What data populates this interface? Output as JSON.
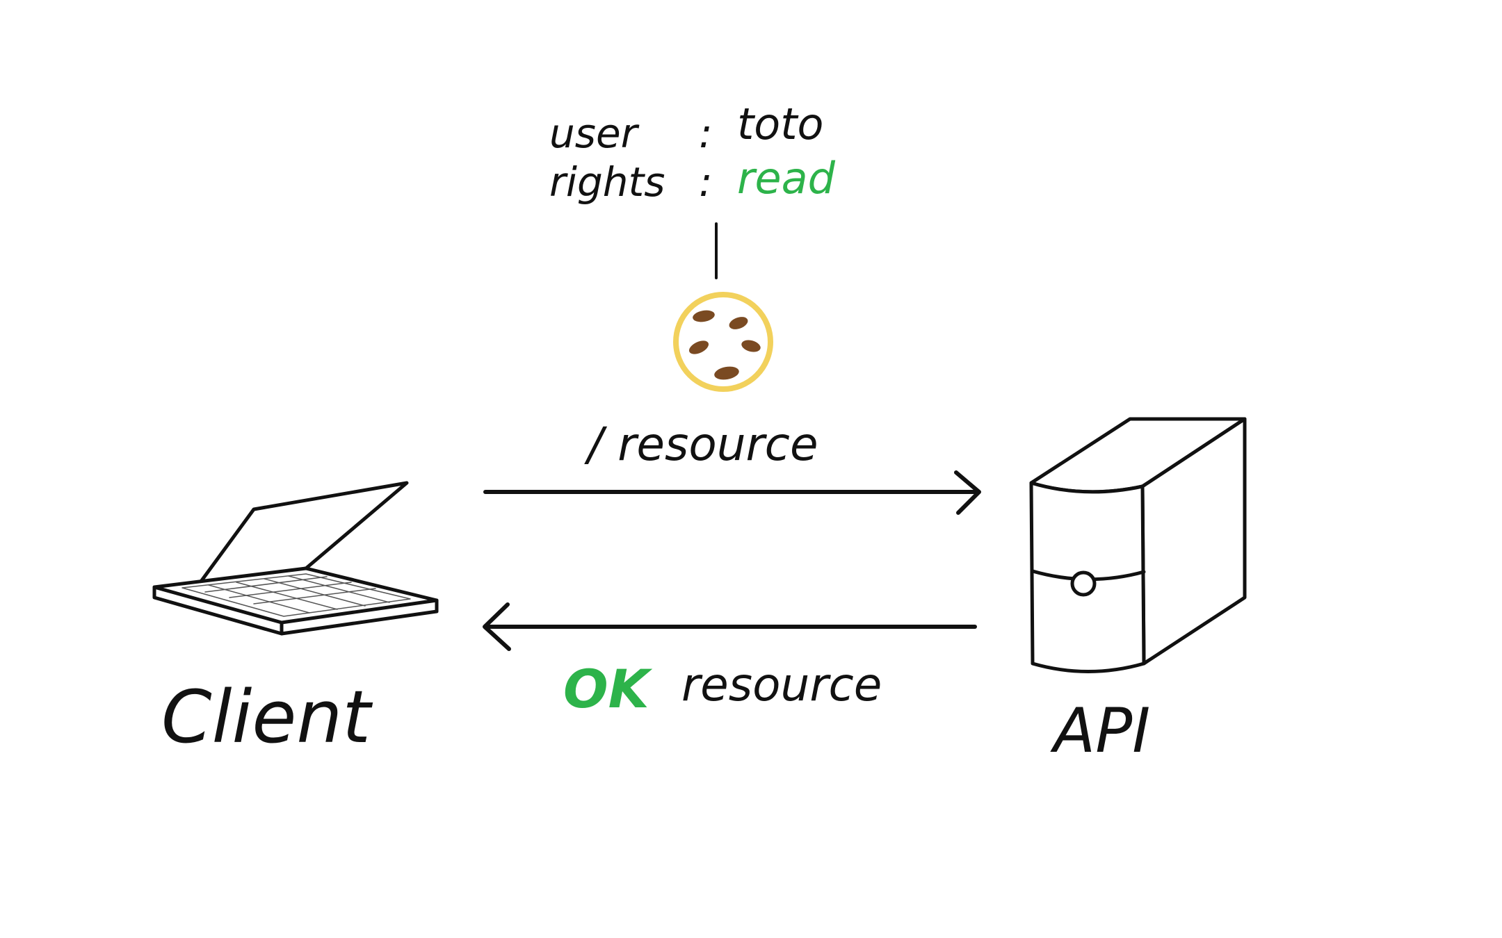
{
  "cookie": {
    "user_key": "user",
    "user_value": "toto",
    "rights_key": "rights",
    "rights_value": "read",
    "separator": ":"
  },
  "request": {
    "path_label": "/ resource"
  },
  "response": {
    "status_label": "OK",
    "body_label": "resource"
  },
  "nodes": {
    "client_label": "Client",
    "api_label": "API"
  },
  "colors": {
    "ink": "#111111",
    "accent_green": "#2db34a",
    "cookie_outline": "#f2d15c",
    "cookie_chip": "#7a4a22"
  }
}
